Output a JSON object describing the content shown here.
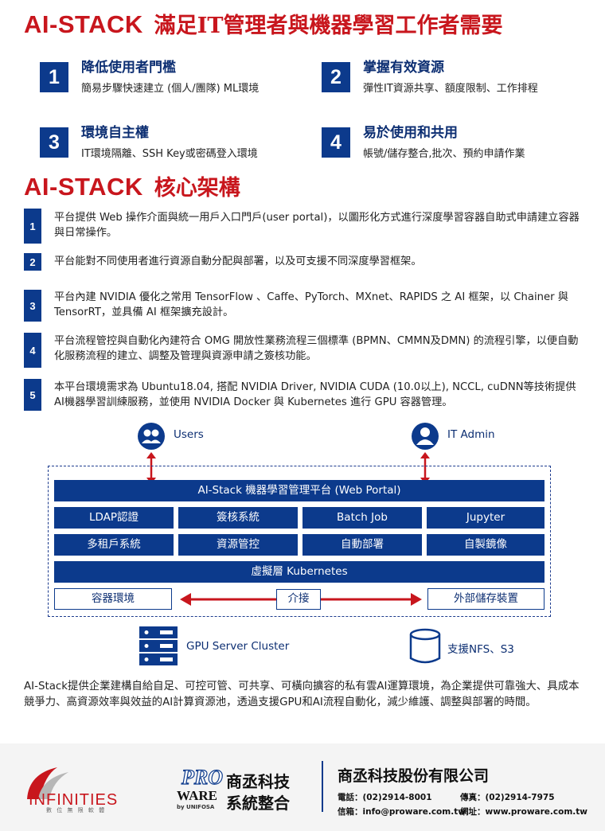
{
  "section1": {
    "title_en": "AI-STACK",
    "title_zh": "滿足IT管理者與機器學習工作者需要",
    "features": [
      {
        "num": "1",
        "head": "降低使用者門檻",
        "desc": "簡易步驟快速建立 (個人/團隊) ML環境"
      },
      {
        "num": "2",
        "head": "掌握有效資源",
        "desc": "彈性IT資源共享、額度限制、工作排程"
      },
      {
        "num": "3",
        "head": "環境自主權",
        "desc": "IT環境隔離、SSH Key或密碼登入環境"
      },
      {
        "num": "4",
        "head": "易於使用和共用",
        "desc": "帳號/儲存整合,批次、預約申請作業"
      }
    ]
  },
  "section2": {
    "title_en": "AI-STACK",
    "title_zh": "核心架構",
    "items": [
      {
        "num": "1",
        "text": "平台提供 Web 操作介面與統一用戶入口門戶(user portal)，以圖形化方式進行深度學習容器自助式申請建立容器與日常操作。"
      },
      {
        "num": "2",
        "text": "平台能對不同使用者進行資源自動分配與部署，以及可支援不同深度學習框架。"
      },
      {
        "num": "3",
        "text": "平台內建 NVIDIA 優化之常用 TensorFlow 、Caffe、PyTorch、MXnet、RAPIDS 之 AI 框架，以 Chainer 與 TensorRT，並具備 AI 框架擴充設計。"
      },
      {
        "num": "4",
        "text": "平台流程管控與自動化內建符合 OMG 開放性業務流程三個標準 (BPMN、CMMN及DMN) 的流程引擎，以便自動化服務流程的建立、調整及管理與資源申請之簽核功能。"
      },
      {
        "num": "5",
        "text": "本平台環境需求為 Ubuntu18.04, 搭配 NVIDIA Driver, NVIDIA CUDA (10.0以上), NCCL, cuDNN等技術提供AI機器學習訓練服務，並使用 NVIDIA Docker 與 Kubernetes 進行 GPU 容器管理。"
      }
    ]
  },
  "diagram": {
    "users": "Users",
    "admin": "IT Admin",
    "portal": "AI-Stack 機器學習管理平台 (Web Portal)",
    "row1": [
      "LDAP認證",
      "簽核系統",
      "Batch Job",
      "Jupyter"
    ],
    "row2": [
      "多租戶系統",
      "資源管控",
      "自動部署",
      "自製鏡像"
    ],
    "k8s": "虛擬層 Kubernetes",
    "container": "容器環境",
    "interface": "介接",
    "storage": "外部儲存裝置",
    "gpu": "GPU Server Cluster",
    "nfs": "支援NFS、S3"
  },
  "summary": "AI-Stack提供企業建構自給自足、可控可管、可共享、可橫向擴容的私有雲AI運算環境，為企業提供可靠強大、具成本競爭力、高資源效率與效益的AI計算資源池，透過支援GPU和AI流程自動化，減少維護、調整與部署的時間。",
  "footer": {
    "infinities": "INFINITIES",
    "infinities_sub": "數 位 無 限 軟 體",
    "proware_top": "PRO",
    "proware_bottom": "WARE",
    "proware_by": "by UNIFOSA",
    "proware_zh1": "商丞科技",
    "proware_zh2": "系統整合",
    "company": "商丞科技股份有限公司",
    "phone": "電話：(02)2914-8001",
    "fax": "傳真：(02)2914-7975",
    "email": "信箱：info@proware.com.tw",
    "web": "網址：www.proware.com.tw"
  },
  "colors": {
    "title_red": "#c8161d",
    "navy": "#0c3a8c",
    "arrow_red": "#c8161d"
  }
}
